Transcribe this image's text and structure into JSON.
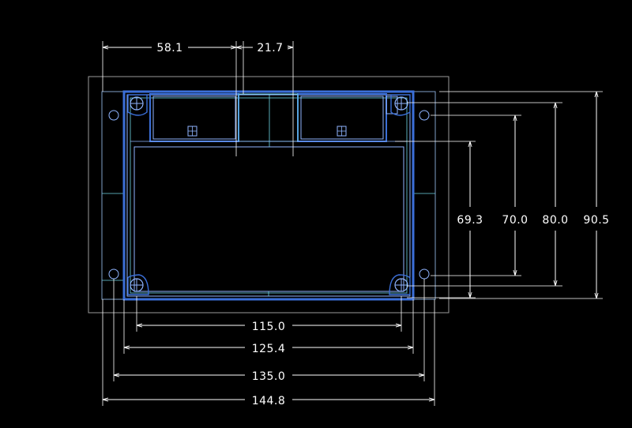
{
  "colors": {
    "background": "#000000",
    "dimension": "#ffffff",
    "outer_outline": "#9a9a9a",
    "body_blue": "#3b6fd8",
    "inner_cyan": "#6fd6e6",
    "light_blue": "#8fb4ff"
  },
  "dimensions": {
    "top_left": "58.1",
    "top_mid": "21.7",
    "bottom_1": "115.0",
    "bottom_2": "125.4",
    "bottom_3": "135.0",
    "bottom_4": "144.8",
    "right_1": "69.3",
    "right_2": "70.0",
    "right_3": "80.0",
    "right_4": "90.5"
  }
}
